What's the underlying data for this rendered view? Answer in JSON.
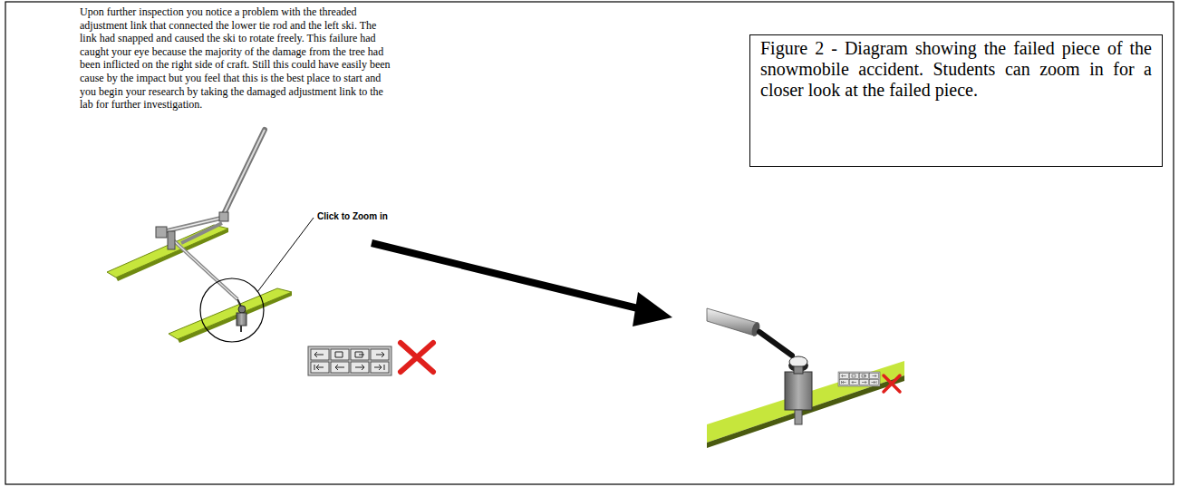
{
  "diagram": {
    "nodes": [
      {
        "text": [
          "Figure 2 - Diagram showing the failed piece of the snowmobile accident. Students can zoom in for a closer look at the failed piece."
        ]
      }
    ],
    "labels": [
      "Upon further inspection you notice a problem with the threaded adjustment link that connected the lower tie rod and the left ski. The link had snapped and caused the ski to rotate freely. This failure had caught your eye because the majority of the damage from the tree had been inflicted on the right side of craft. Still this could have easily been cause by the impact but you feel that this is the best place to start and you begin your research by taking the damaged adjustment link to the lab for further investigation.",
      "Click to Zoom in"
    ]
  }
}
